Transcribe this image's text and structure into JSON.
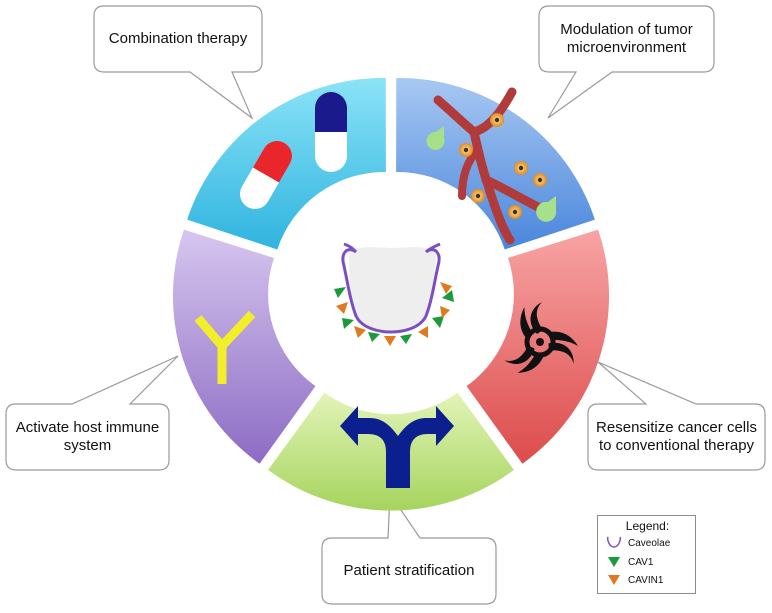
{
  "callouts": {
    "combination": "Combination therapy",
    "tme_line1": "Modulation of tumor",
    "tme_line2": "microenvironment",
    "immune_line1": "Activate host immune",
    "immune_line2": "system",
    "resens_line1": "Resensitize cancer cells",
    "resens_line2": "to conventional therapy",
    "stratification": "Patient stratification"
  },
  "legend": {
    "title": "Legend:",
    "items": [
      {
        "label": "Caveolae",
        "icon": "caveolae-icon",
        "color": "#7b4fbf"
      },
      {
        "label": "CAV1",
        "icon": "green-triangle-icon",
        "color": "#1a9a3a"
      },
      {
        "label": "CAVIN1",
        "icon": "orange-triangle-icon",
        "color": "#e07a1f"
      }
    ]
  },
  "segments": [
    {
      "name": "combination-therapy",
      "color": "#4cc9ec",
      "icon": "capsule-icons"
    },
    {
      "name": "tumor-microenvironment",
      "color": "#5b95e6",
      "icon": "blood-vessel-icon"
    },
    {
      "name": "resensitize",
      "color": "#ee6e6e",
      "icon": "biohazard-icon"
    },
    {
      "name": "patient-stratification",
      "color": "#b4dc6e",
      "icon": "split-arrow-icon"
    },
    {
      "name": "immune-system",
      "color": "#a98bd4",
      "icon": "antibody-icon"
    }
  ]
}
